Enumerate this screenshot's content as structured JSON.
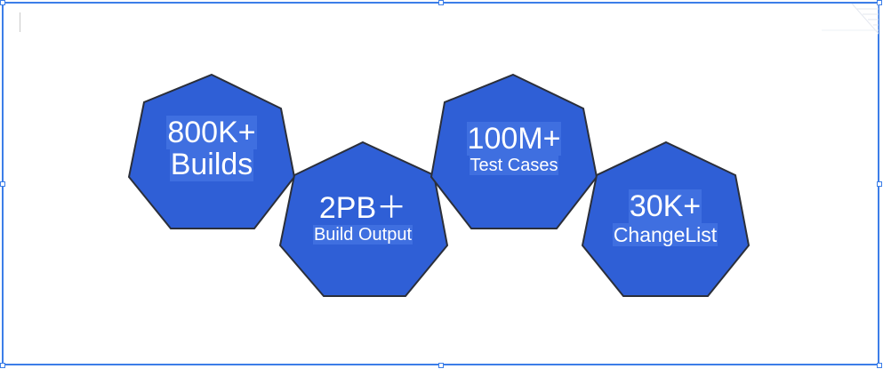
{
  "stats": [
    {
      "value": "800K+",
      "caption": "Builds"
    },
    {
      "value": "2PB＋",
      "caption": "Build Output"
    },
    {
      "value": "100M+",
      "caption": "Test Cases"
    },
    {
      "value": "30K+",
      "caption": "ChangeList"
    }
  ],
  "colors": {
    "heptagon_fill": "#2f5fd6",
    "heptagon_stroke": "#2b2f3a",
    "text": "#ffffff",
    "selection": "#3c7ee8"
  },
  "icons": {
    "selection_handle": "square-handle-icon",
    "text_caret": "text-caret-icon",
    "corner_graphic": "decorative-triangle-icon"
  }
}
